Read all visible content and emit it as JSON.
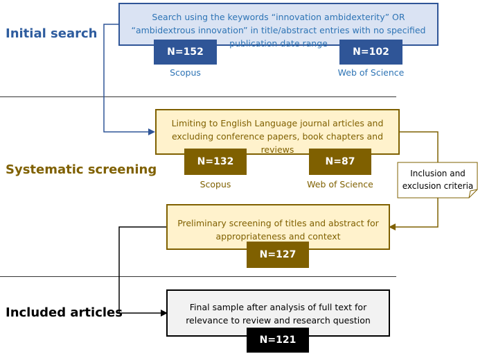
{
  "stages": {
    "initial": "Initial search",
    "screening": "Systematic screening",
    "included": "Included articles"
  },
  "initial_box": {
    "text": "Search using the keywords “innovation ambidexterity” OR “ambidextrous innovation” in title/abstract entries with no specified publication date range",
    "scopus_count": "N=152",
    "wos_count": "N=102",
    "scopus_label": "Scopus",
    "wos_label": "Web of Science"
  },
  "screening_box": {
    "text": "Limiting to English Language journal articles and excluding conference papers, book chapters and reviews",
    "scopus_count": "N=132",
    "wos_count": "N=87",
    "scopus_label": "Scopus",
    "wos_label": "Web of Science"
  },
  "criteria_note": {
    "text": "Inclusion and exclusion criteria"
  },
  "preliminary_box": {
    "text": "Preliminary screening of titles and abstract for appropriateness and context",
    "count": "N=127"
  },
  "final_box": {
    "text": "Final sample after analysis of full text for relevance to review and research question",
    "count": "N=121"
  },
  "colors": {
    "blue_border": "#2f5597",
    "blue_fill": "#dae3f3",
    "blue_dark": "#2f5597",
    "blue_text": "#2e74b5",
    "stage_blue": "#2e5c9e",
    "gold_border": "#7f6000",
    "gold_fill": "#fff2cc",
    "gold_dark": "#7f6000",
    "gold_text": "#7f6000",
    "gray_fill": "#f2f2f2",
    "black": "#000000"
  }
}
